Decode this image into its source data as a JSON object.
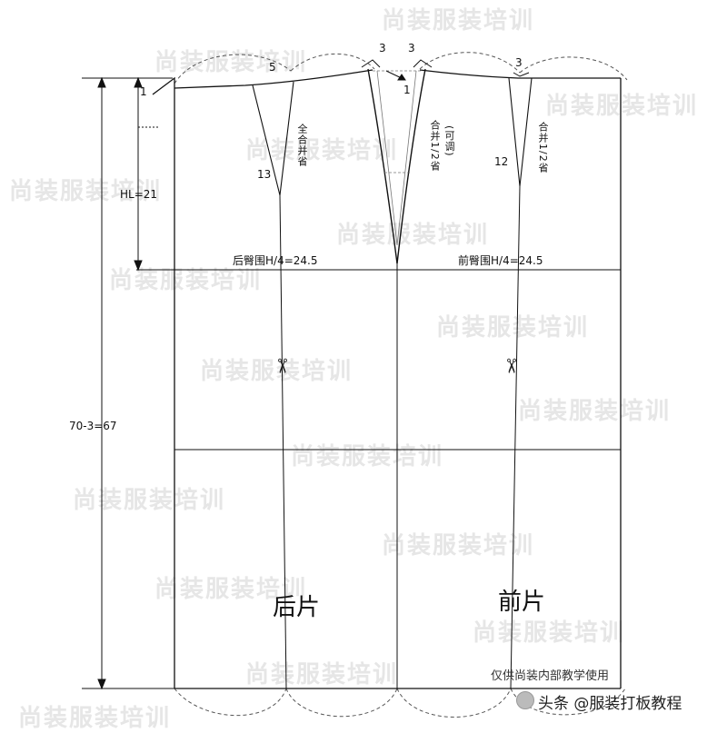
{
  "watermark": "尚装服装培训",
  "labels": {
    "d3a": "3",
    "d3b": "3",
    "d3c": "3",
    "d5": "5",
    "d1a": "1",
    "d1b": "1",
    "hl": "HL=21",
    "d13": "13",
    "d12": "12",
    "back_hip": "后臀围H/4=24.5",
    "front_hip": "前臀围H/4=24.5",
    "length": "70-3=67"
  },
  "vertical_labels": {
    "back_dart": "全合并省",
    "center_dart": "合并1/2省",
    "center_dart_note": "(可调)",
    "front_dart": "合并1/2省"
  },
  "pieces": {
    "back": "后片",
    "front": "前片"
  },
  "footer": {
    "note": "仅供尚装内部教学使用",
    "account": "头条 @服装打板教程"
  },
  "colors": {
    "line": "#111111",
    "guide": "#999999",
    "watermark": "#e6e6e6"
  }
}
